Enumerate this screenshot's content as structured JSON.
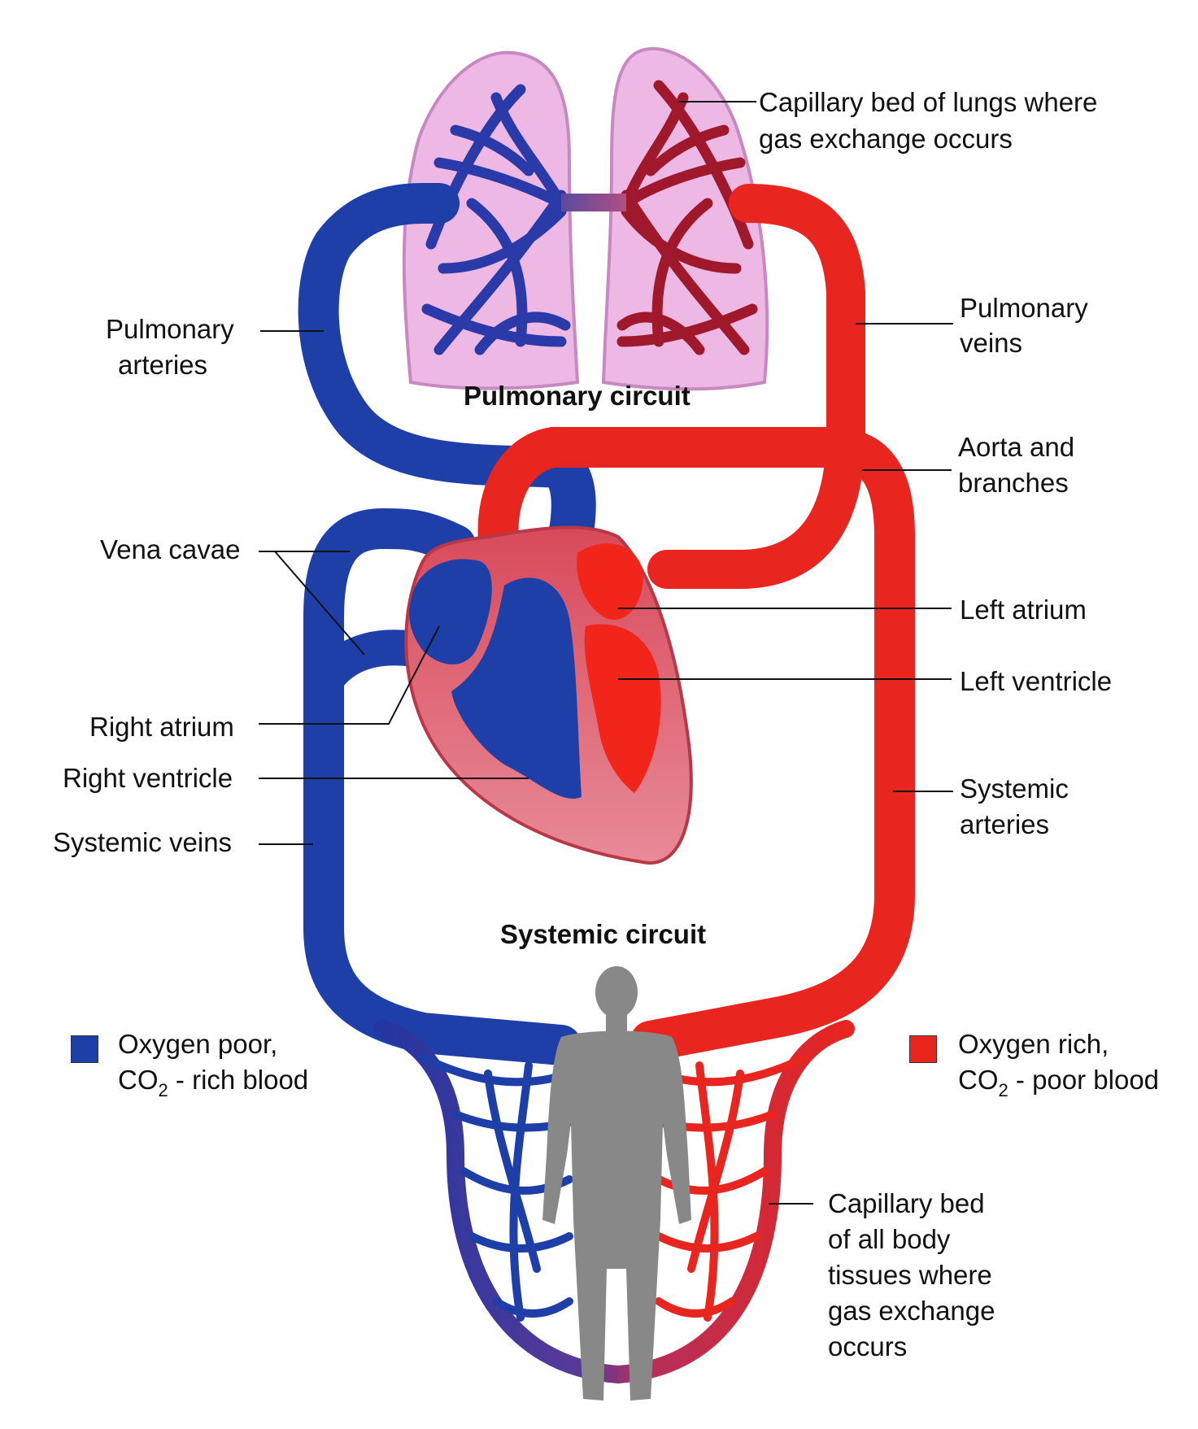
{
  "labels": {
    "capillary_lungs_1": "Capillary bed of lungs where",
    "capillary_lungs_2": "gas exchange occurs",
    "pulmonary_arteries_1": "Pulmonary",
    "pulmonary_arteries_2": "arteries",
    "pulmonary_veins_1": "Pulmonary",
    "pulmonary_veins_2": "veins",
    "pulmonary_circuit": "Pulmonary circuit",
    "aorta_1": "Aorta and",
    "aorta_2": "branches",
    "vena_cavae": "Vena cavae",
    "left_atrium": "Left atrium",
    "left_ventricle": "Left ventricle",
    "right_atrium": "Right atrium",
    "right_ventricle": "Right ventricle",
    "systemic_arteries_1": "Systemic",
    "systemic_arteries_2": "arteries",
    "systemic_veins": "Systemic veins",
    "systemic_circuit": "Systemic circuit",
    "capillary_body_1": "Capillary bed",
    "capillary_body_2": "of all body",
    "capillary_body_3": "tissues where",
    "capillary_body_4": "gas exchange",
    "capillary_body_5": "occurs"
  },
  "legend": {
    "poor_line1": "Oxygen poor,",
    "poor_co2": "CO",
    "poor_sub": "2",
    "poor_rest": " - rich blood",
    "rich_line1": "Oxygen rich,",
    "rich_co2": "CO",
    "rich_sub": "2",
    "rich_rest": " - poor blood"
  },
  "colors": {
    "oxygen_poor": "#1f3fa8",
    "oxygen_rich": "#e8251e",
    "lung_tissue": "#e9b4e0",
    "heart_tissue": "#e06270",
    "human_silhouette": "#888888"
  }
}
